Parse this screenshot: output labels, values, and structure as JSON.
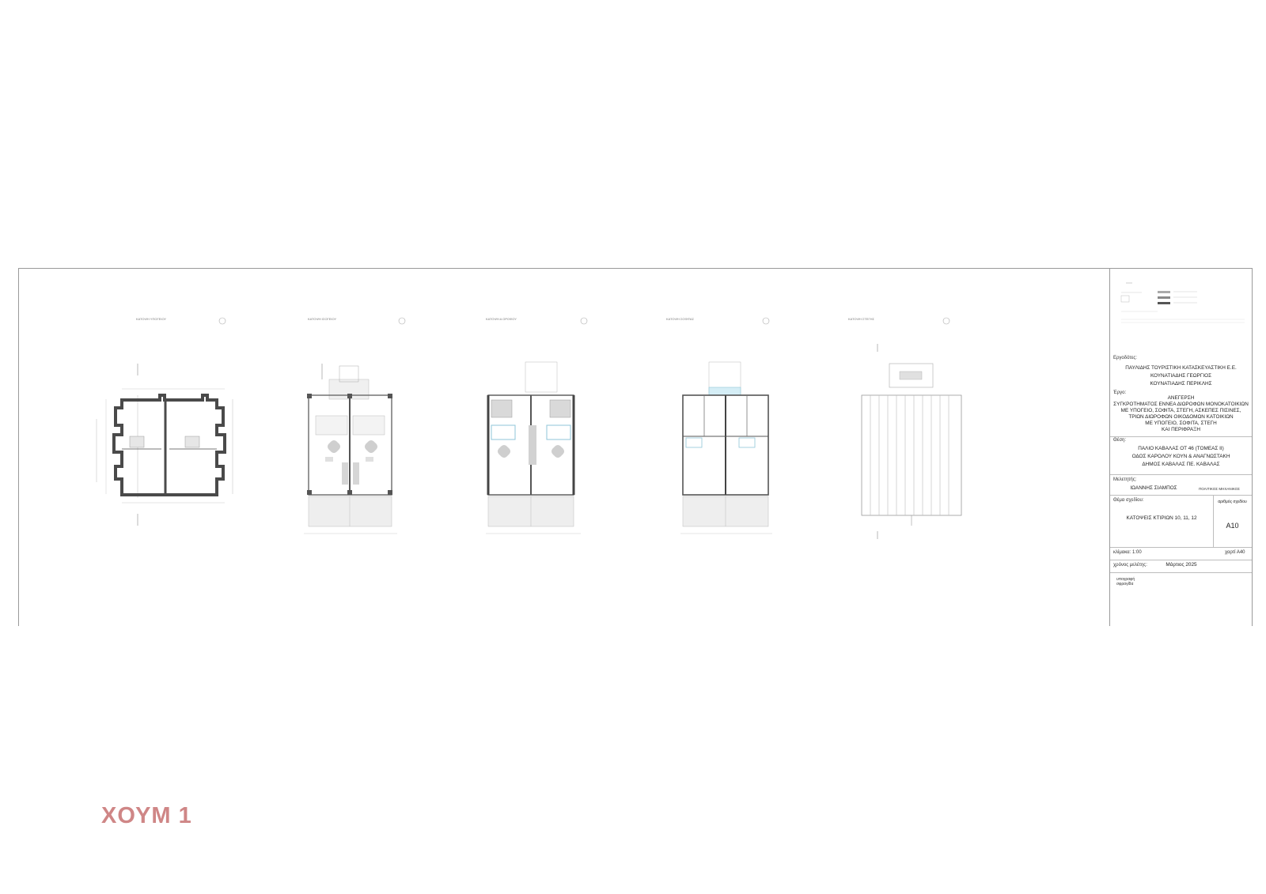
{
  "watermark": "ΧΟΥΜ 1",
  "title_block": {
    "client_label": "Εργοδότες:",
    "client_lines": [
      "ΠΑΥΛΙΔΗΣ ΤΟΥΡΙΣΤΙΚΗ ΚΑΤΑΣΚΕΥΑΣΤΙΚΗ Ε.Ε.",
      "ΚΟΥΝΑΤΙΑΔΗΣ ΓΕΩΡΓΙΟΣ",
      "ΚΟΥΝΑΤΙΑΔΗΣ ΠΕΡΙΚΛΗΣ"
    ],
    "project_label": "Έργο:",
    "project_lines": [
      "ΑΝΕΓΕΡΣΗ",
      "ΣΥΓΚΡΟΤΗΜΑΤΟΣ ΕΝΝΕΑ ΔΙΩΡΟΦΩΝ ΜΟΝΟΚΑΤΟΙΚΙΩΝ",
      "ΜΕ ΥΠΟΓΕΙΟ, ΣΟΦΙΤΑ, ΣΤΕΓΗ, ΑΣΚΕΠΕΣ ΠΙΣΙΝΕΣ,",
      "ΤΡΙΩΝ ΔΙΩΡΟΦΩΝ ΟΙΚΟΔΟΜΩΝ ΚΑΤΟΙΚΙΩΝ",
      "ΜΕ ΥΠΟΓΕΙΟ, ΣΟΦΙΤΑ, ΣΤΕΓΗ",
      "ΚΑΙ ΠΕΡΙΦΡΑΞΗ"
    ],
    "location_label": "Θέση:",
    "location_lines": [
      "ΠΑΛΙΟ ΚΑΒΑΛΑΣ ΟΤ 46 (ΤΟΜΕΑΣ II)",
      "ΟΔΟΣ ΚΑΡΟΛΟΥ ΚΟΥΝ & ΑΝΑΓΝΩΣΤΑΚΗ",
      "ΔΗΜΟΣ ΚΑΒΑΛΑΣ ΠΕ. ΚΑΒΑΛΑΣ"
    ],
    "designer_label": "Μελετητής:",
    "designer_name": "ΙΩΑΝΝΗΣ ΣΙΑΜΠΟΣ",
    "designer_role": "ΠΟΛΙΤΙΚΟΣ ΜΗΧΑΝΙΚΟΣ",
    "subject_label": "Θέμα σχεδίου:",
    "subject": "ΚΑΤΟΨΕΙΣ ΚΤΙΡΙΩΝ 10, 11, 12",
    "drawing_no_label": "αριθμός σχεδίου",
    "drawing_no": "Α10",
    "scale_label": "κλίμακα: 1:00",
    "paper": "χαρτί Α40",
    "date_label": "χρόνος μελέτης:",
    "date": "Μάρτιος 2025",
    "signature_label": "υπογραφή σφραγίδα"
  }
}
